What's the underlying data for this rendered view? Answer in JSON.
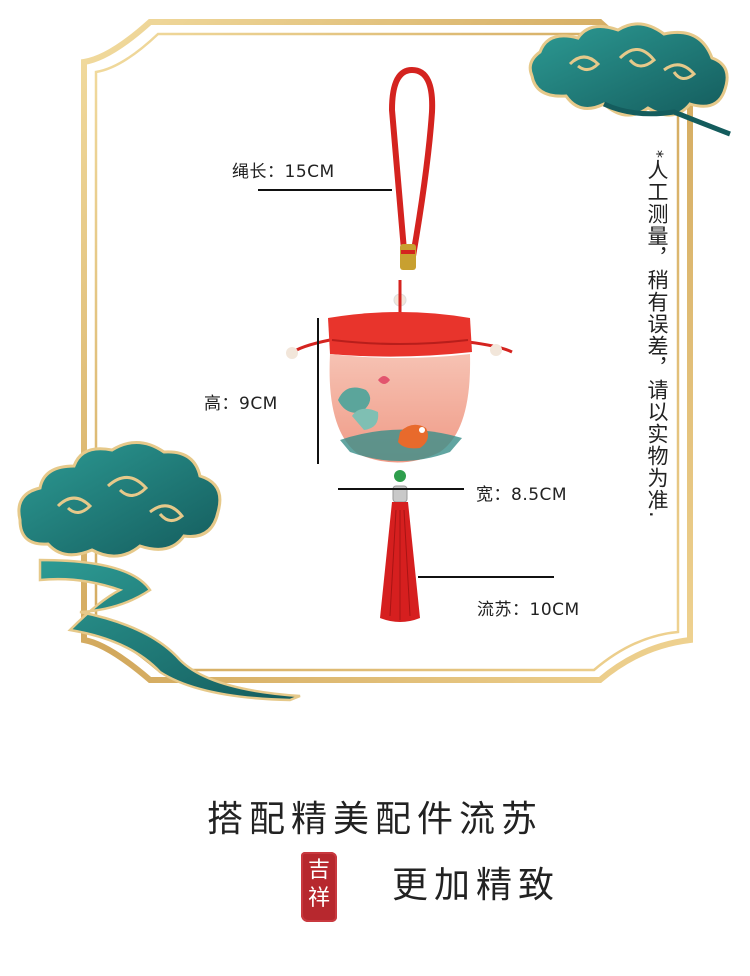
{
  "measurements": {
    "rope": "绳长：15CM",
    "height": "高：9CM",
    "width": "宽：8.5CM",
    "tassel": "流苏：10CM"
  },
  "note": {
    "star": "*",
    "text": "人工测量，稍有误差，请以实物为准."
  },
  "captions": {
    "line1": "搭配精美配件流苏",
    "line2": "更加精致"
  },
  "seal": {
    "char1": "吉",
    "char2": "祥"
  },
  "colors": {
    "frame_gold": "#d8b46a",
    "cloud_teal": "#1f7d7a",
    "pouch_red": "#e8342c",
    "pouch_pink": "#f3b3a4",
    "seal_red": "#b7282e"
  }
}
